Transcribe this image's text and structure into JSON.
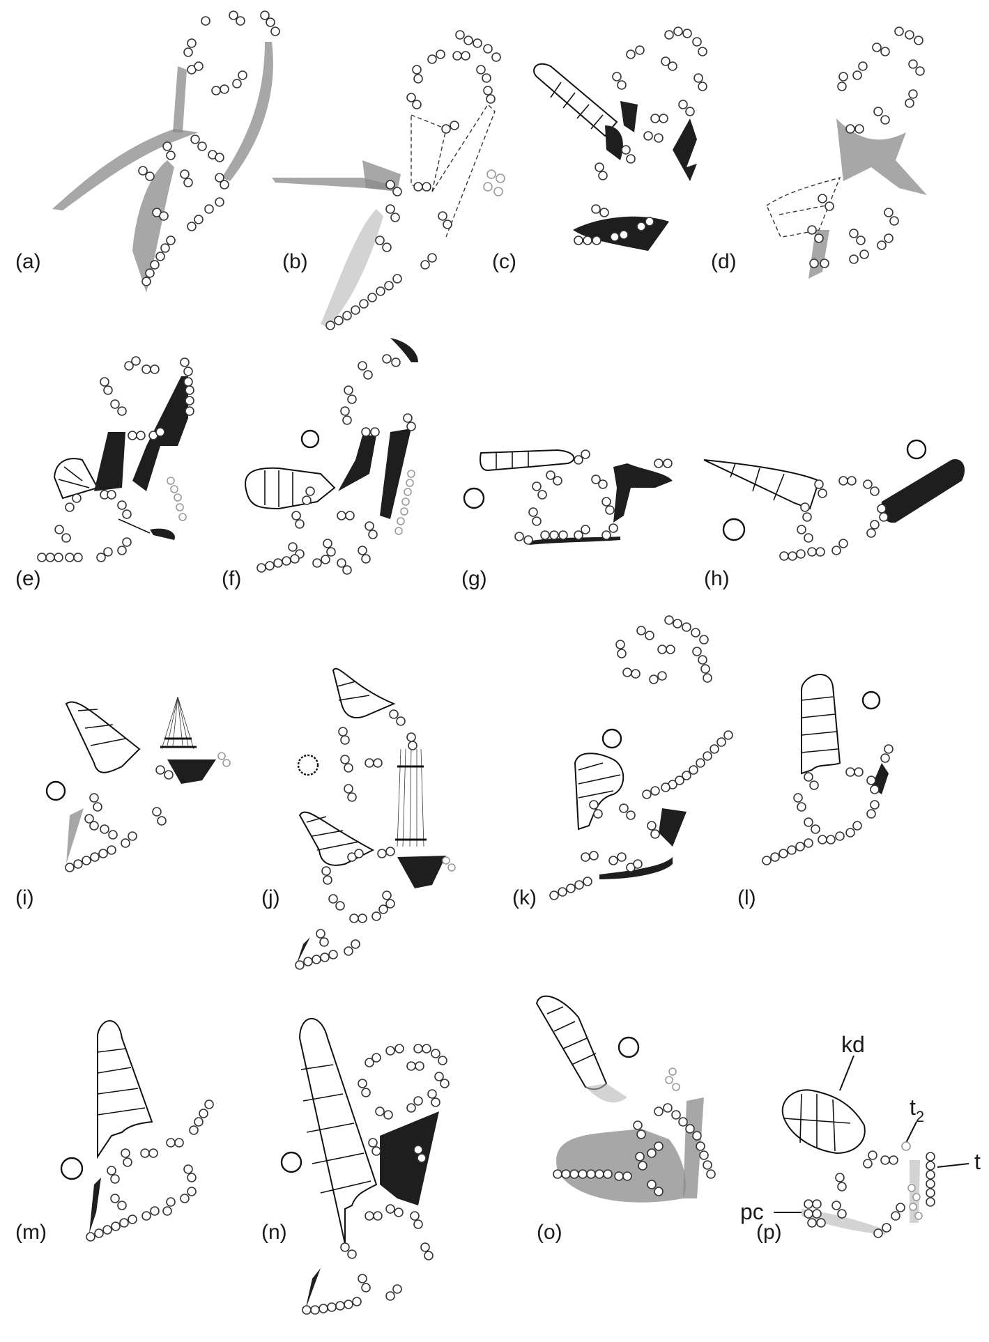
{
  "panels": [
    {
      "id": "a",
      "label": "(a)"
    },
    {
      "id": "b",
      "label": "(b)"
    },
    {
      "id": "c",
      "label": "(c)"
    },
    {
      "id": "d",
      "label": "(d)"
    },
    {
      "id": "e",
      "label": "(e)"
    },
    {
      "id": "f",
      "label": "(f)"
    },
    {
      "id": "g",
      "label": "(g)"
    },
    {
      "id": "h",
      "label": "(h)"
    },
    {
      "id": "i",
      "label": "(i)"
    },
    {
      "id": "j",
      "label": "(j)"
    },
    {
      "id": "k",
      "label": "(k)"
    },
    {
      "id": "l",
      "label": "(l)"
    },
    {
      "id": "m",
      "label": "(m)"
    },
    {
      "id": "n",
      "label": "(n)"
    },
    {
      "id": "o",
      "label": "(o)"
    },
    {
      "id": "p",
      "label": "(p)"
    }
  ],
  "annotations": {
    "kd": "kd",
    "t2_base": "t",
    "t2_sub": "2",
    "t": "t",
    "pc": "pc"
  }
}
